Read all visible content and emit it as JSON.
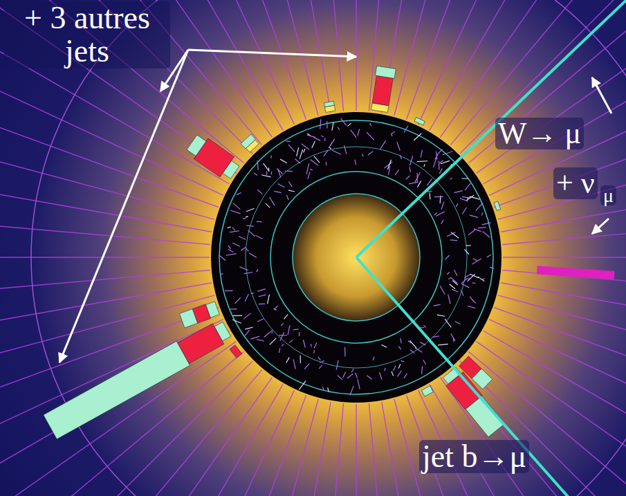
{
  "diagram": {
    "labels": [
      "+ 3 autres jets",
      "W→ μ",
      "+ ν",
      "μ",
      "jet b→μ"
    ]
  }
}
